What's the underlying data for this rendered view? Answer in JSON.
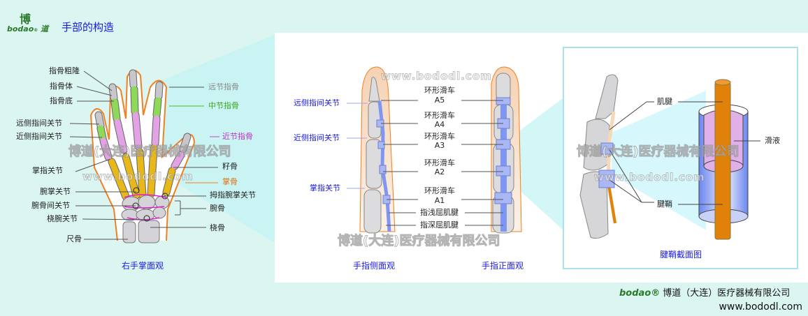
{
  "header": {
    "logo_text": "bodao",
    "logo_glyph": "博道",
    "title": "手部的构造"
  },
  "colors": {
    "accent_blue": "#1a1ae0",
    "distal": "#c8c8cc",
    "middle_phalanx": "#8ed85a",
    "proximal_phalanx": "#e2a2e4",
    "metacarpal": "#e8b818",
    "outline": "#f08020",
    "sheath": "#7f97f2",
    "tendon": "#e0820a"
  },
  "palm": {
    "caption": "右手掌面观",
    "left_labels": [
      "指骨粗隆",
      "指骨体",
      "指骨底",
      "远侧指间关节",
      "近侧指间关节",
      "掌指关节",
      "腕掌关节",
      "腕骨间关节",
      "桡腕关节",
      "尺骨"
    ],
    "right_labels": [
      "远节指骨",
      "中节指骨",
      "近节指骨",
      "籽骨",
      "掌骨",
      "拇指腕掌关节",
      "腕骨",
      "桡骨"
    ]
  },
  "finger": {
    "side_caption": "手指侧面观",
    "front_caption": "手指正面观",
    "side_labels": [
      "远侧指间关节",
      "近侧指间关节",
      "掌指关节"
    ],
    "pulleys": [
      {
        "name": "环形滑车",
        "id": "A5"
      },
      {
        "name": "环形滑车",
        "id": "A4"
      },
      {
        "name": "环形滑车",
        "id": "A3"
      },
      {
        "name": "环形滑车",
        "id": "A2"
      },
      {
        "name": "环形滑车",
        "id": "A1"
      }
    ],
    "tendons": [
      "指浅屈肌腱",
      "指深屈肌腱"
    ]
  },
  "sheath": {
    "caption": "腱鞘截面图",
    "labels": [
      "肌腱",
      "滑液",
      "腱鞘"
    ]
  },
  "watermark": {
    "company": "博道(大连)医疗器械有限公司",
    "url": "www.bododl.com"
  },
  "footer": {
    "brand": "bodao®",
    "company": "博道（大连）医疗器械有限公司",
    "url": "www.bododl.com"
  }
}
